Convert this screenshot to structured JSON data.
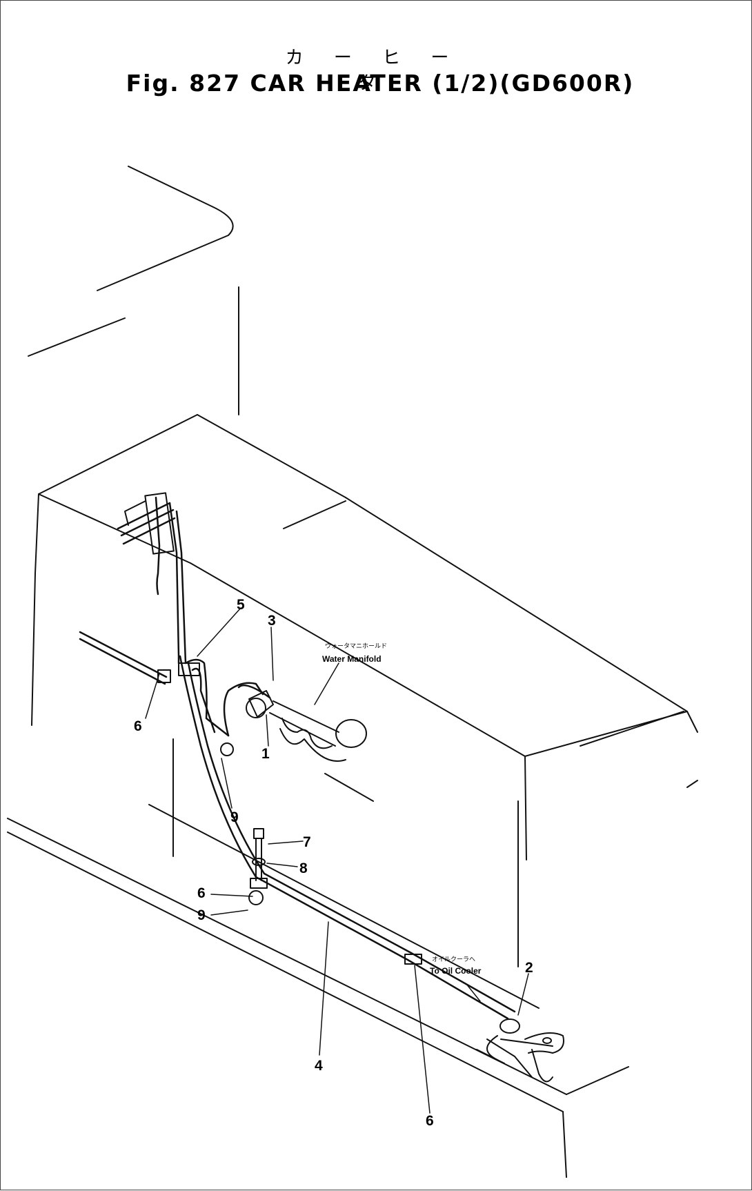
{
  "title": {
    "japanese": "カ ー ヒ ー タ",
    "english": "Fig. 827 CAR HEATER (1/2)(GD600R)"
  },
  "annotations": {
    "water_manifold_jp": "ウォータマニホールド",
    "water_manifold": "Water Manifold",
    "oil_cooler_jp": "オイルクーラへ",
    "oil_cooler": "To Oil Cooler"
  },
  "callouts": {
    "c5": "5",
    "c3": "3",
    "c6a": "6",
    "c1": "1",
    "c9a": "9",
    "c7": "7",
    "c8": "8",
    "c6b": "6",
    "c9b": "9",
    "c2": "2",
    "c4": "4",
    "c6c": "6"
  }
}
